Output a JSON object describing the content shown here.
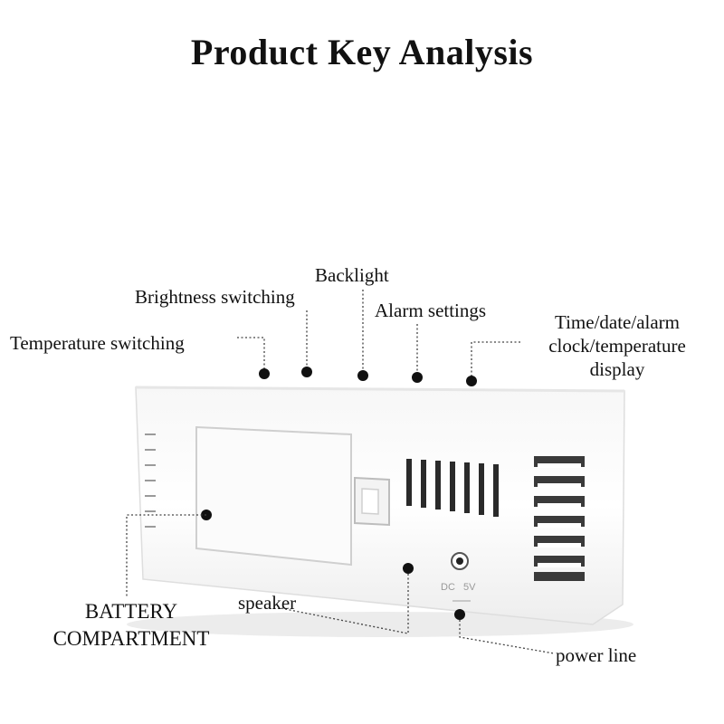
{
  "title": "Product Key Analysis",
  "labels": {
    "backlight": "Backlight",
    "brightness": "Brightness switching",
    "alarm": "Alarm settings",
    "display_line1": "Time/date/alarm",
    "display_line2": "clock/temperature",
    "display_line3": "display",
    "temperature": "Temperature switching",
    "battery_line1": "BATTERY",
    "battery_line2": "COMPARTMENT",
    "speaker": "speaker",
    "power": "power line"
  },
  "port_text": {
    "dc": "DC",
    "volt": "5V"
  },
  "colors": {
    "device": "#ffffff",
    "device_shadow": "#dcdcdc",
    "vent": "#2a2a2a",
    "leader": "#333333"
  }
}
